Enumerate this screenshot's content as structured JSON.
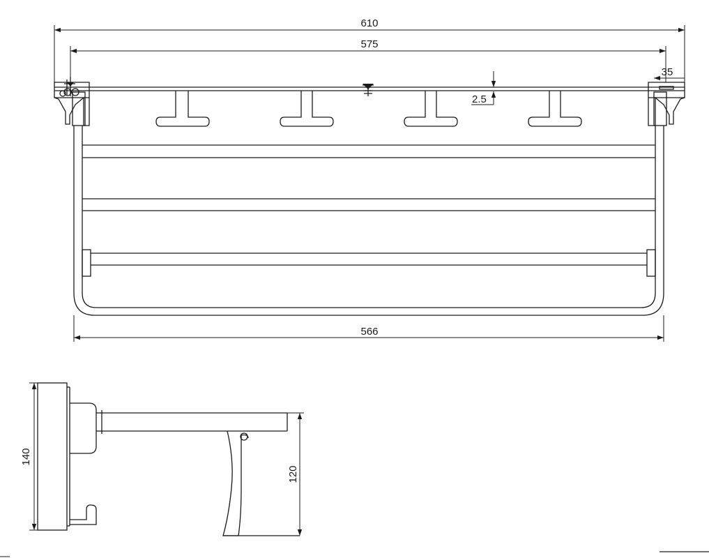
{
  "dimensions": {
    "overall_width": "610",
    "mount_width": "575",
    "bracket_width": "35",
    "plate_thickness": "2.5",
    "bottom_width": "566",
    "side_height": "140",
    "shelf_drop": "120"
  },
  "colors": {
    "line": "#1a1a1a",
    "background": "#ffffff"
  }
}
